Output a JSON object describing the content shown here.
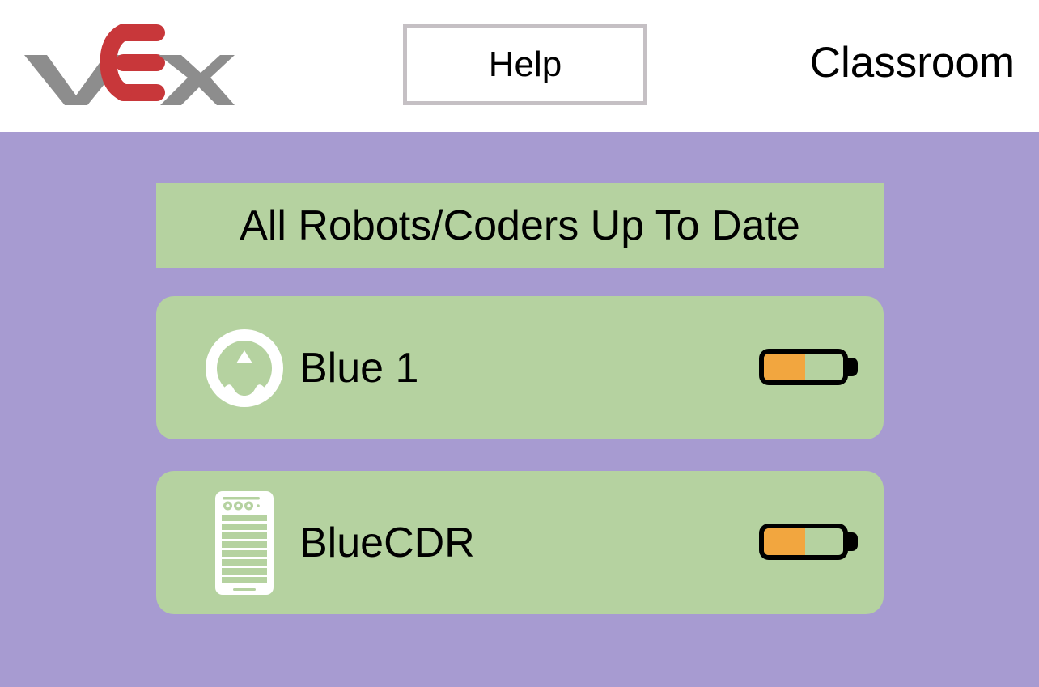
{
  "header": {
    "logo_alt": "VEX",
    "logo_colors": {
      "gray": "#8d8d8d",
      "red": "#c8373a"
    },
    "help_label": "Help",
    "mode_label": "Classroom"
  },
  "theme": {
    "background": "#a79bd1",
    "card": "#b5d2a0",
    "header_background": "#ffffff",
    "battery_fill": "#f2a63f",
    "text": "#000000",
    "border": "#c5c0c4"
  },
  "status": {
    "banner_text": "All Robots/Coders Up To Date"
  },
  "devices": [
    {
      "name": "Blue 1",
      "icon": "robot-brain-icon",
      "battery_percent": 52
    },
    {
      "name": "BlueCDR",
      "icon": "coder-device-icon",
      "battery_percent": 52
    }
  ]
}
